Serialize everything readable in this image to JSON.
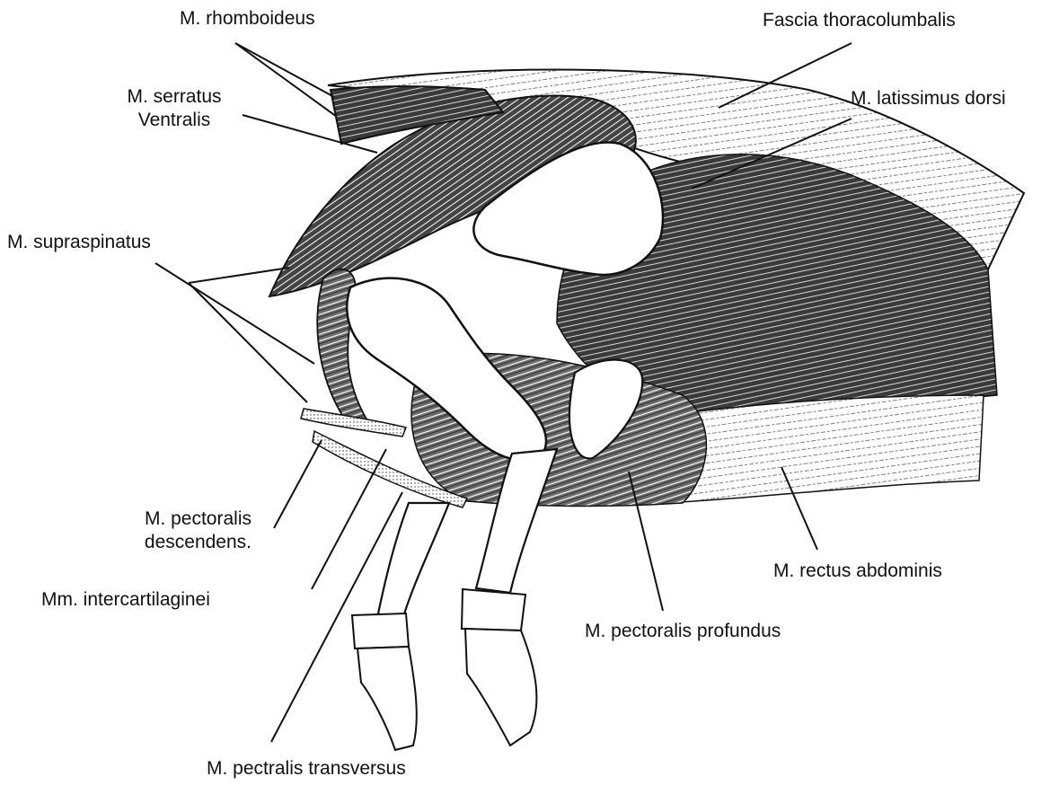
{
  "labels": {
    "rhomboideus": "M. rhomboideus",
    "fascia": "Fascia thoracolumbalis",
    "serratus_line1": "M. serratus",
    "serratus_line2": "Ventralis",
    "latissimus": "M. latissimus dorsi",
    "supraspinatus": "M. supraspinatus",
    "pect_desc_line1": "M. pectoralis",
    "pect_desc_line2": "descendens.",
    "rectus": "M. rectus abdominis",
    "intercart": "Mm. intercartilaginei",
    "pect_prof": "M. pectoralis profundus",
    "pect_trans": "M. pectralis transversus"
  },
  "colors": {
    "ink": "#111111",
    "muscle_dark": "#2b2b2b",
    "muscle_mid": "#555555",
    "bone": "#ffffff",
    "paper": "#ffffff"
  }
}
